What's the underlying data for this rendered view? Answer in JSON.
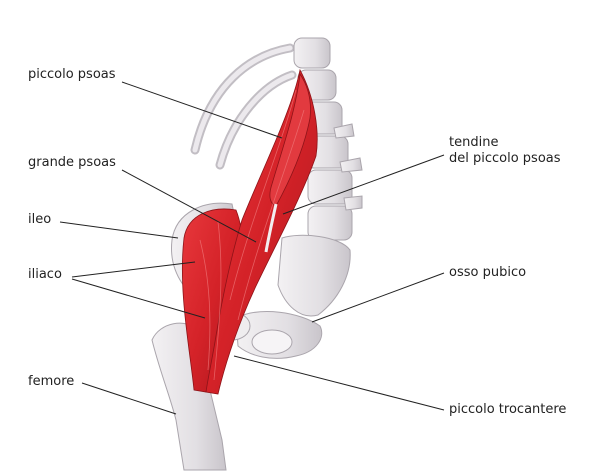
{
  "labels": {
    "piccolo_psoas": "piccolo psoas",
    "grande_psoas": "grande psoas",
    "ileo": "ileo",
    "iliaco": "iliaco",
    "femore": "femore",
    "tendine_line1": "tendine",
    "tendine_line2": "del piccolo psoas",
    "osso_pubico": "osso pubico",
    "piccolo_trocantere": "piccolo trocantere"
  },
  "colors": {
    "muscle": "#d8242a",
    "muscle_dark": "#a81a1f",
    "bone": "#e6e3e6",
    "bone_shadow": "#b9b5bb",
    "leader_line": "#222222"
  }
}
